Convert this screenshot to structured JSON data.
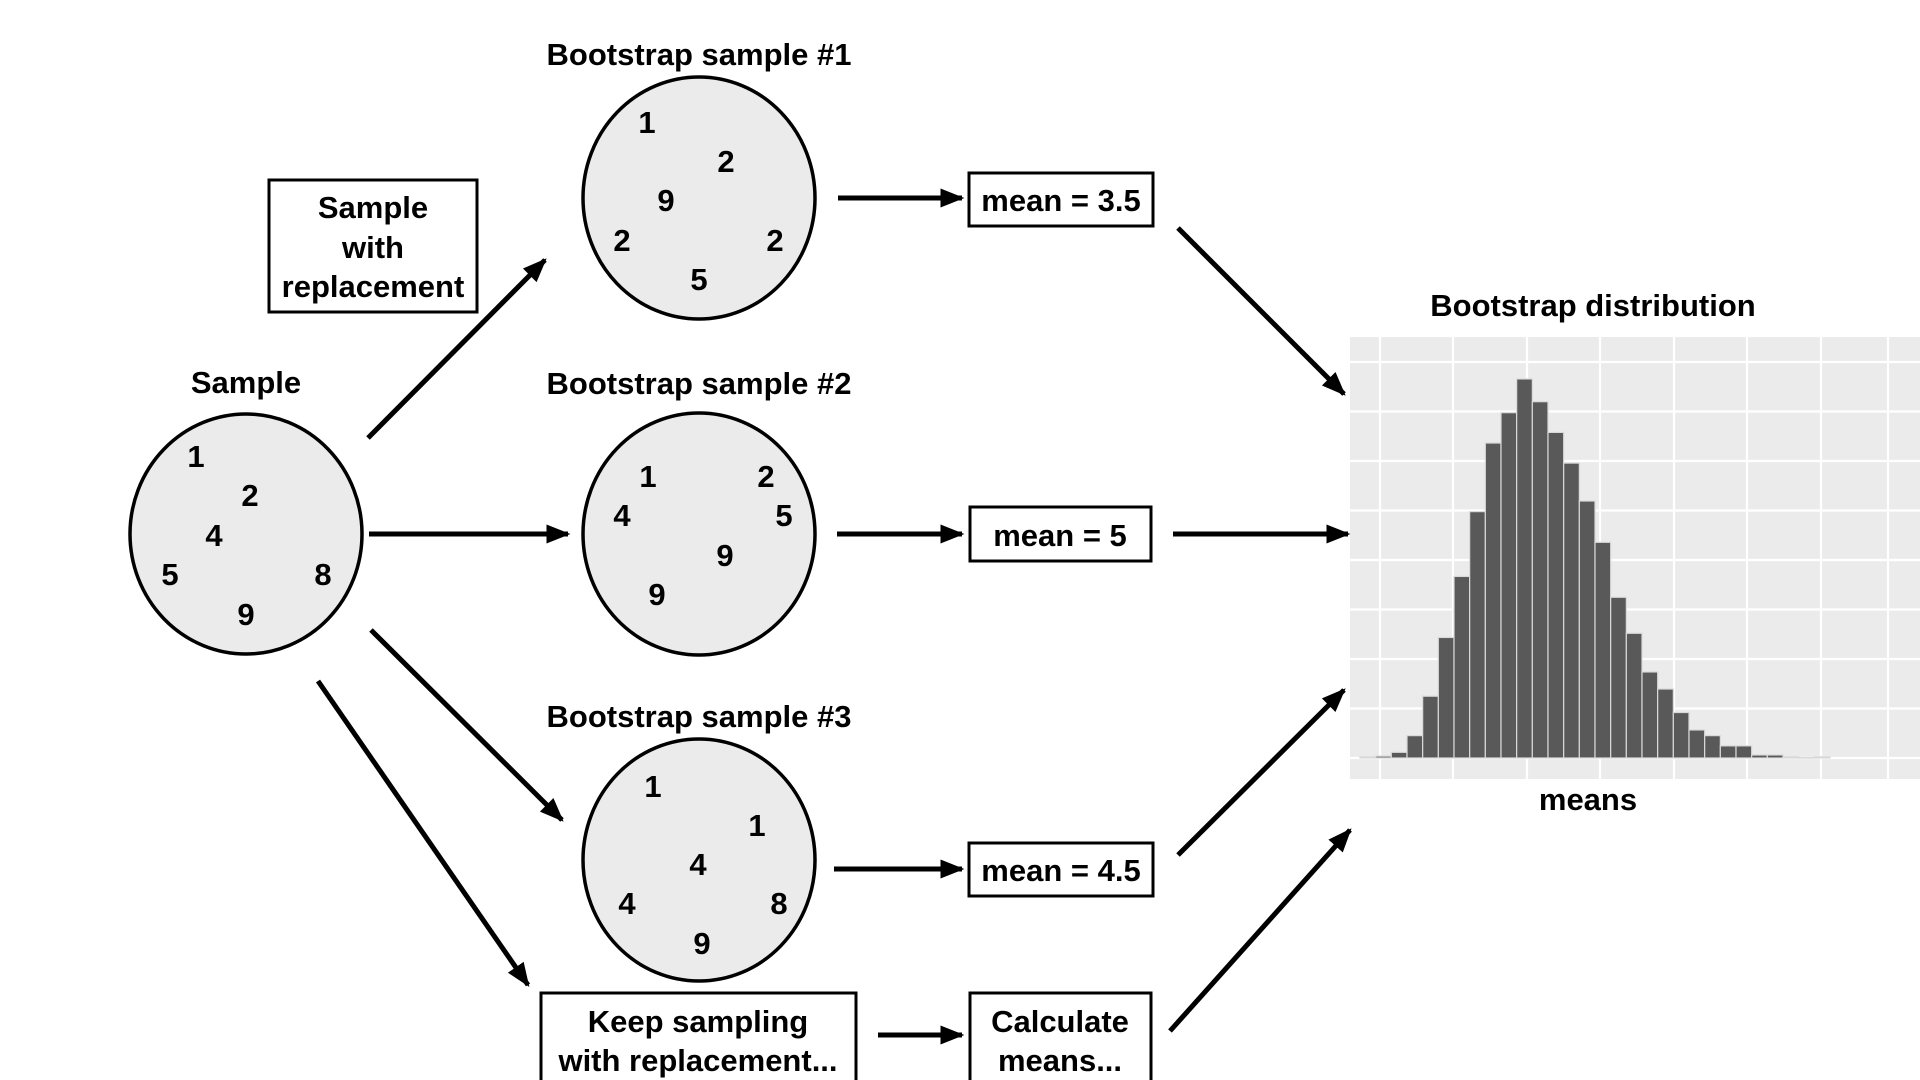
{
  "sample": {
    "label": "Sample",
    "values": [
      "1",
      "2",
      "4",
      "5",
      "8",
      "9"
    ]
  },
  "process_note": {
    "lines": [
      "Sample",
      "with",
      "replacement"
    ]
  },
  "bootstrap_samples": [
    {
      "label": "Bootstrap sample #1",
      "values": [
        "1",
        "2",
        "9",
        "2",
        "2",
        "5"
      ],
      "mean_label": "mean = 3.5"
    },
    {
      "label": "Bootstrap sample #2",
      "values": [
        "1",
        "2",
        "4",
        "5",
        "9",
        "9"
      ],
      "mean_label": "mean = 5"
    },
    {
      "label": "Bootstrap sample #3",
      "values": [
        "1",
        "1",
        "4",
        "4",
        "8",
        "9"
      ],
      "mean_label": "mean = 4.5"
    }
  ],
  "continuation": {
    "keep_sampling_lines": [
      "Keep sampling",
      "with replacement..."
    ],
    "calculate_means_lines": [
      "Calculate",
      "means..."
    ]
  },
  "chart_data": {
    "type": "bar",
    "title": "Bootstrap distribution",
    "xlabel": "means",
    "ylabel": "",
    "grid": true,
    "legend": "none",
    "note": "Histogram of bootstrap means; relative bin heights (peak = 100), no axis tick labels shown",
    "bins": 30,
    "values": [
      0.3,
      0.5,
      1.5,
      5.9,
      16.3,
      31.8,
      47.9,
      65.0,
      83.1,
      91.1,
      100,
      94.0,
      85.9,
      77.8,
      67.8,
      56.9,
      42.4,
      32.9,
      22.7,
      18.2,
      12.0,
      7.4,
      5.9,
      3.2,
      3.2,
      0.8,
      0.8,
      0.3,
      0.1,
      0.3
    ],
    "ylim": [
      0,
      105
    ]
  }
}
